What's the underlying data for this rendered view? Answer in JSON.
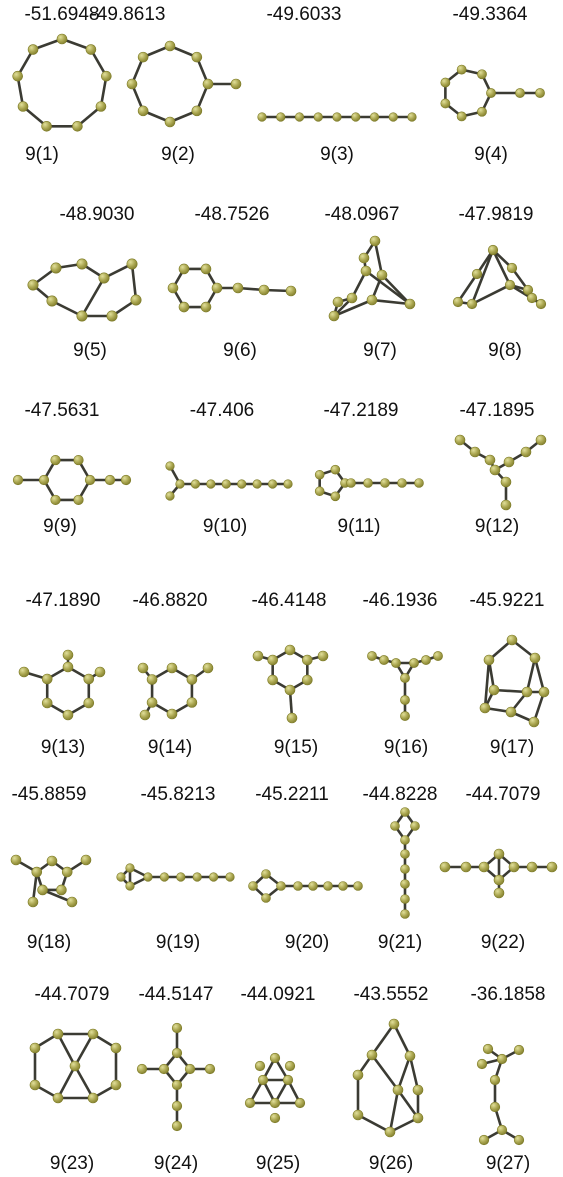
{
  "colors": {
    "atom_fill": "#aaa650",
    "atom_highlight": "#e1df9a",
    "bond": "#3b3b33",
    "text": "#111111"
  },
  "clusters": [
    {
      "id": "9(1)",
      "energy": "-51.6948"
    },
    {
      "id": "9(2)",
      "energy": "-49.8613"
    },
    {
      "id": "9(3)",
      "energy": "-49.6033"
    },
    {
      "id": "9(4)",
      "energy": "-49.3364"
    },
    {
      "id": "9(5)",
      "energy": "-48.9030"
    },
    {
      "id": "9(6)",
      "energy": "-48.7526"
    },
    {
      "id": "9(7)",
      "energy": "-48.0967"
    },
    {
      "id": "9(8)",
      "energy": "-47.9819"
    },
    {
      "id": "9(9)",
      "energy": "-47.5631"
    },
    {
      "id": "9(10)",
      "energy": "-47.406"
    },
    {
      "id": "9(11)",
      "energy": "-47.2189"
    },
    {
      "id": "9(12)",
      "energy": "-47.1895"
    },
    {
      "id": "9(13)",
      "energy": "-47.1890"
    },
    {
      "id": "9(14)",
      "energy": "-46.8820"
    },
    {
      "id": "9(15)",
      "energy": "-46.4148"
    },
    {
      "id": "9(16)",
      "energy": "-46.1936"
    },
    {
      "id": "9(17)",
      "energy": "-45.9221"
    },
    {
      "id": "9(18)",
      "energy": "-45.8859"
    },
    {
      "id": "9(19)",
      "energy": "-45.8213"
    },
    {
      "id": "9(20)",
      "energy": "-45.2211"
    },
    {
      "id": "9(21)",
      "energy": "-44.8228"
    },
    {
      "id": "9(22)",
      "energy": "-44.7079"
    },
    {
      "id": "9(23)",
      "energy": "-44.7079"
    },
    {
      "id": "9(24)",
      "energy": "-44.5147"
    },
    {
      "id": "9(25)",
      "energy": "-44.0921"
    },
    {
      "id": "9(26)",
      "energy": "-43.5552"
    },
    {
      "id": "9(27)",
      "energy": "-36.1858"
    }
  ]
}
